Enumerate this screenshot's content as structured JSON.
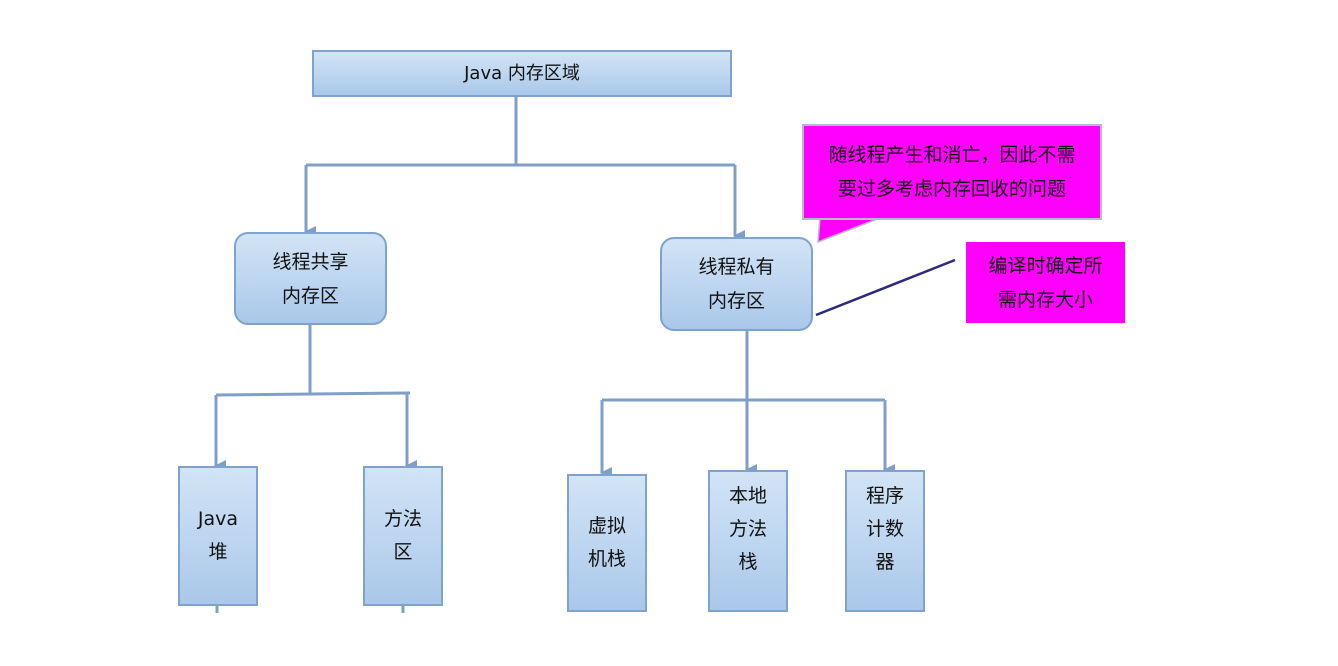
{
  "root": {
    "label": "Java 内存区域"
  },
  "shared": {
    "lines": [
      "线程共享",
      "内存区"
    ]
  },
  "private": {
    "lines": [
      "线程私有",
      "内存区"
    ]
  },
  "leaves": {
    "java_heap": [
      "Java",
      "堆"
    ],
    "method_area": [
      "方法",
      "区"
    ],
    "vm_stack": [
      "虚拟",
      "机栈"
    ],
    "native_method_stack": [
      "本地",
      "方法",
      "栈"
    ],
    "program_counter": [
      "程序",
      "计数",
      "器"
    ]
  },
  "notes": {
    "lifecycle": [
      "随线程产生和消亡，因此不需",
      "要过多考虑内存回收的问题"
    ],
    "compile_time": [
      "编译时确定所",
      "需内存大小"
    ]
  },
  "colors": {
    "node_fill_top": "#d2e4f6",
    "node_fill_bottom": "#aac8ea",
    "node_border": "#7ea3cf",
    "connector": "#7f9fc8",
    "note_fill": "#ff00ff",
    "leader_line": "#2e2a7a"
  }
}
